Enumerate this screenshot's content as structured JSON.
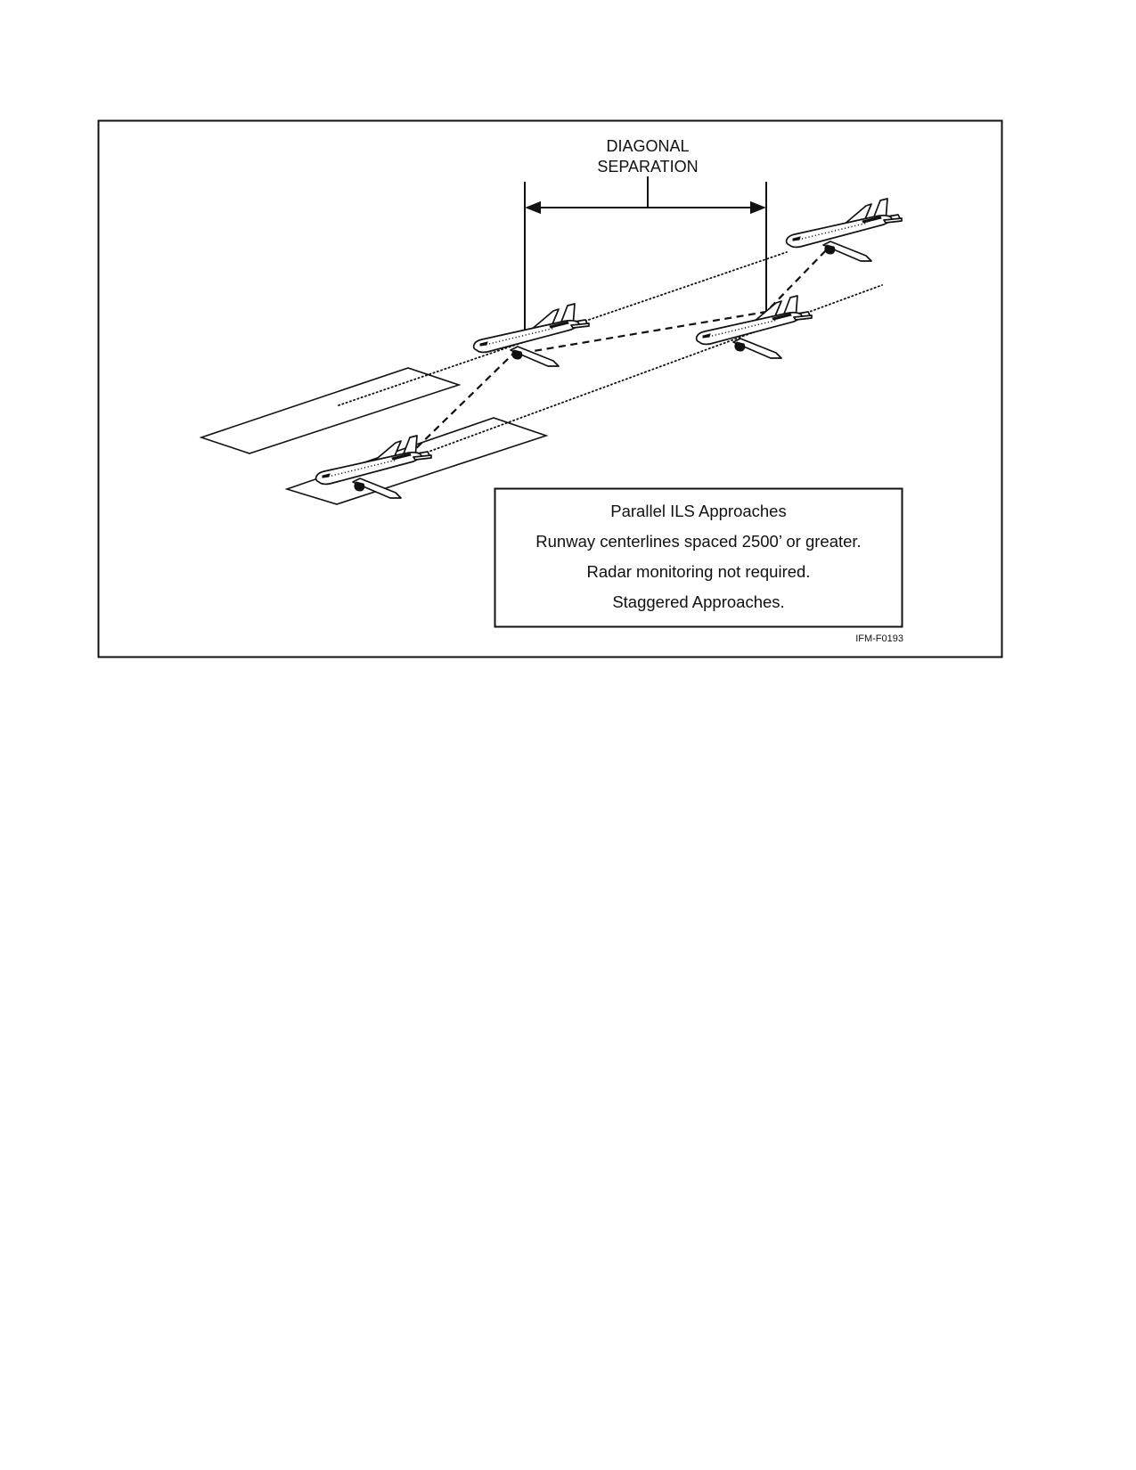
{
  "diagram": {
    "label_line1": "DIAGONAL",
    "label_line2": "SEPARATION",
    "info_box": {
      "title": "Parallel ILS Approaches",
      "line1": "Runway centerlines spaced 2500’ or greater.",
      "line2": "Radar monitoring not required.",
      "line3": "Staggered Approaches."
    },
    "figure_id": "IFM-F0193",
    "icons": [
      "airplane-icon",
      "runway-icon",
      "dimension-arrow-icon"
    ]
  }
}
